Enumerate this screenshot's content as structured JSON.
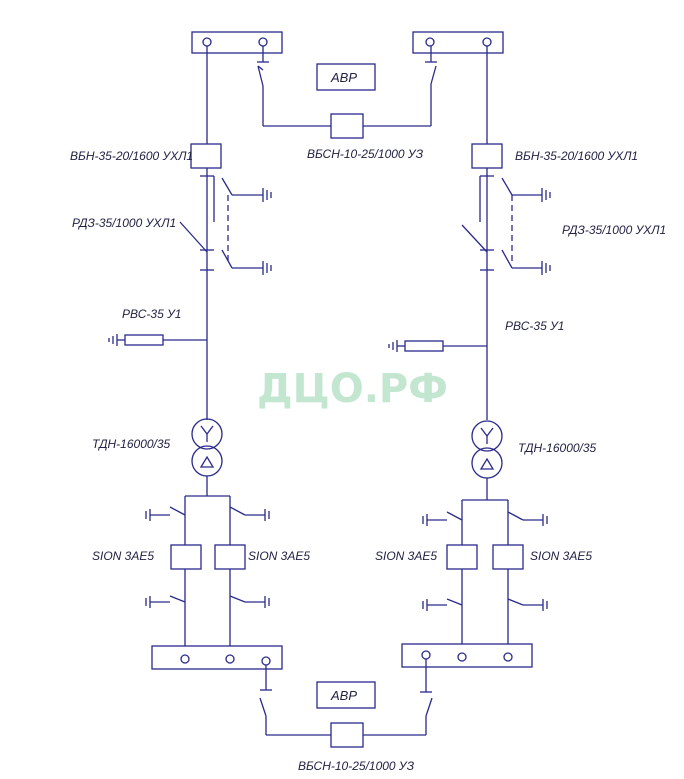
{
  "labels": {
    "avr": "АВР",
    "sectional_breaker": "ВБСН-10-25/1000 УЗ",
    "breaker_35": "ВБН-35-20/1600 УХЛ1",
    "disconnector": "РДЗ-35/1000 УХЛ1",
    "arrester": "РВС-35 У1",
    "transformer": "ТДН-16000/35",
    "feeder_breaker": "SION 3AE5",
    "watermark": "ДЦО.РФ"
  },
  "colors": {
    "line": "#2a2a8c",
    "watermark": "#8fd2a8"
  }
}
